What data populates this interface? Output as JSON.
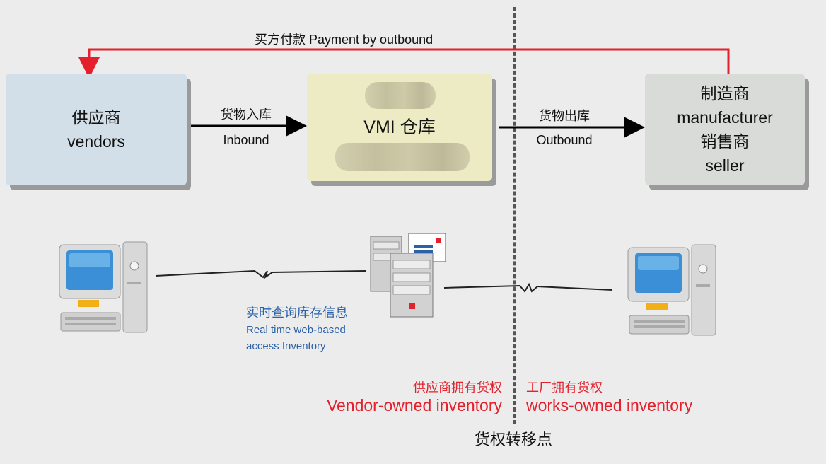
{
  "payment": {
    "label": "买方付款 Payment by outbound"
  },
  "vendors": {
    "cn": "供应商",
    "en": "vendors"
  },
  "vmi": {
    "label": "VMI 仓库"
  },
  "manufacturer": {
    "cn": "制造商",
    "en": "manufacturer",
    "seller_cn": "销售商",
    "seller_en": "seller"
  },
  "inbound": {
    "cn": "货物入库",
    "en": "Inbound"
  },
  "outbound": {
    "cn": "货物出库",
    "en": "Outbound"
  },
  "realtime": {
    "cn": "实时查询库存信息",
    "en_line1": "Real time web-based",
    "en_line2": "access Inventory"
  },
  "vendor_owned": {
    "cn": "供应商拥有货权",
    "en": "Vendor-owned inventory"
  },
  "works_owned": {
    "cn": "工厂拥有货权",
    "en": "works-owned inventory"
  },
  "transfer_point": {
    "label": "货权转移点"
  },
  "colors": {
    "arrow_red": "#e4202d",
    "text_blue": "#2a61a8",
    "text_red": "#e4202d"
  },
  "icons": [
    "client-computer-icon",
    "server-icon",
    "lightning-link-icon",
    "red-arrow-icon",
    "black-arrow-icon"
  ]
}
